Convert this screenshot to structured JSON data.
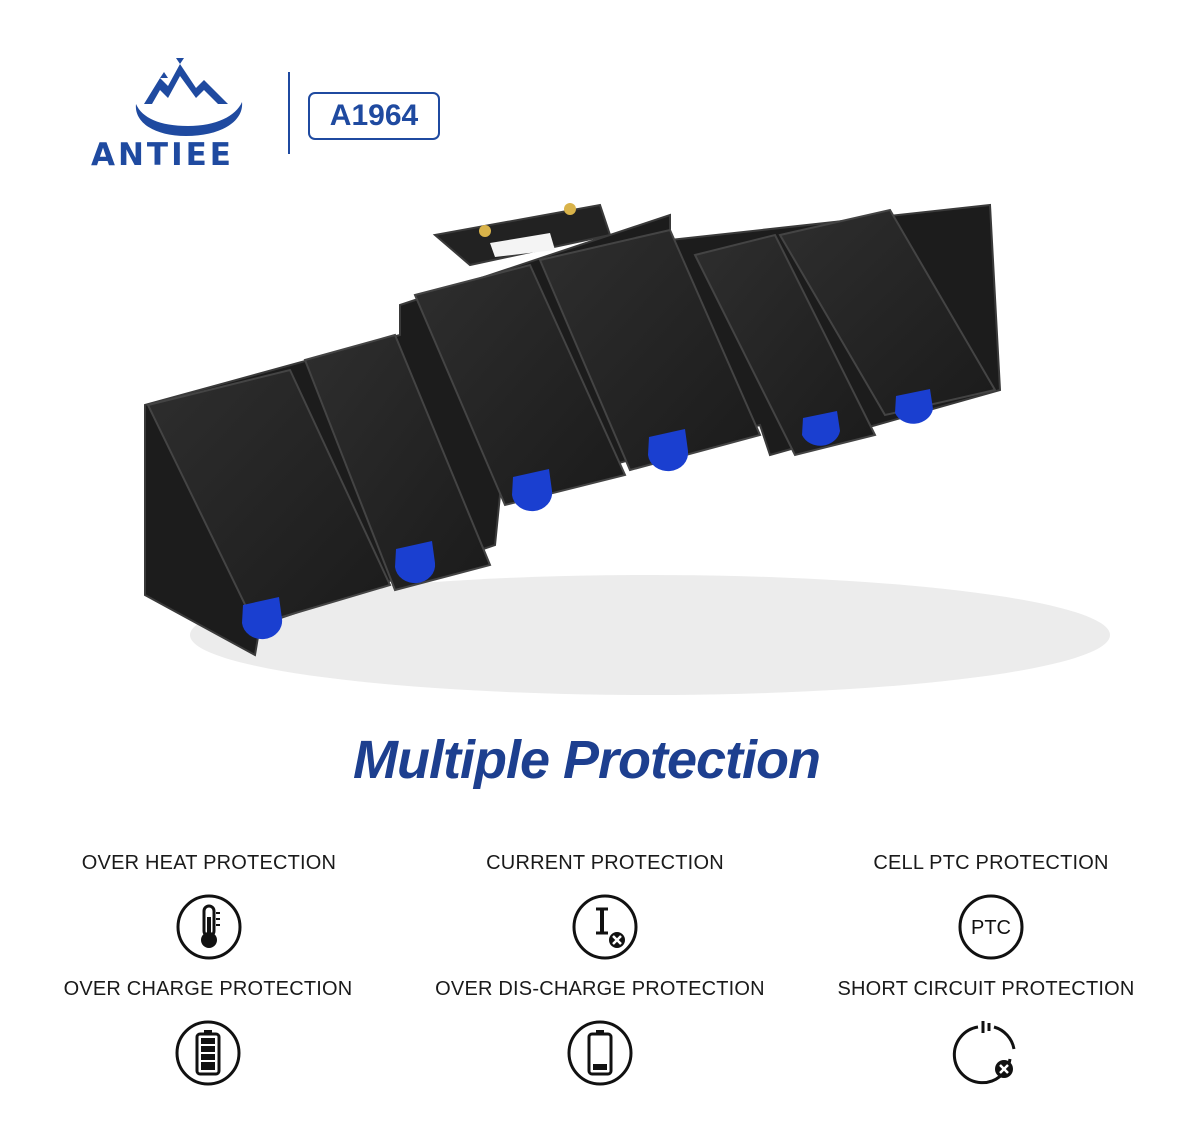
{
  "brand": {
    "name": "ANTIEE",
    "model": "A1964"
  },
  "headline": "Multiple Protection",
  "features": [
    {
      "label": "OVER HEAT PROTECTION",
      "icon": "thermometer-icon"
    },
    {
      "label": "CURRENT PROTECTION",
      "icon": "current-icon"
    },
    {
      "label": "CELL PTC PROTECTION",
      "icon": "ptc-icon",
      "icon_text": "PTC"
    },
    {
      "label": "OVER CHARGE PROTECTION",
      "icon": "full-battery-icon"
    },
    {
      "label": "OVER DIS-CHARGE PROTECTION",
      "icon": "low-battery-icon"
    },
    {
      "label": "SHORT CIRCUIT PROTECTION",
      "icon": "short-circuit-icon"
    }
  ],
  "colors": {
    "brand": "#1f4aa0",
    "headline": "#1d3f8f",
    "tab": "#1a3fd0",
    "cell": "#262626"
  }
}
